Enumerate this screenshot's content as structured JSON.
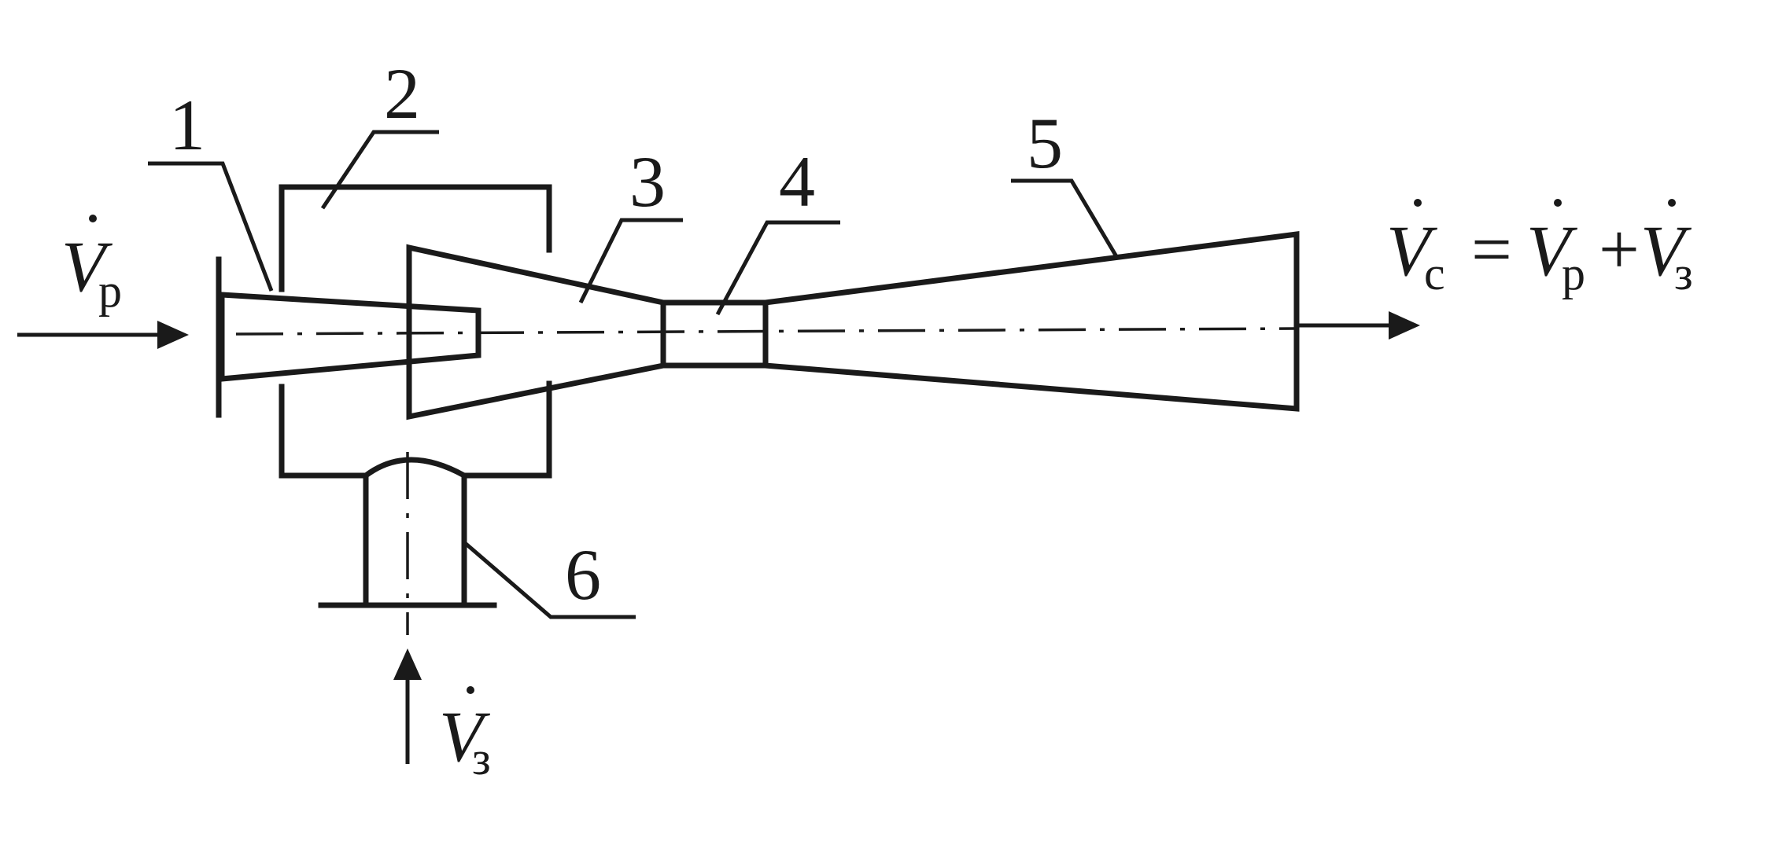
{
  "parts": {
    "p1": "1",
    "p2": "2",
    "p3": "3",
    "p4": "4",
    "p5": "5",
    "p6": "6"
  },
  "flows": {
    "inlet_symbol": "V",
    "inlet_sub": "р",
    "suction_symbol": "V",
    "suction_sub": "з",
    "outlet_symbol": "V",
    "outlet_sub": "с",
    "equals": "=",
    "plus": "+",
    "rhs1_symbol": "V",
    "rhs1_sub": "р",
    "rhs2_symbol": "V",
    "rhs2_sub": "з"
  }
}
